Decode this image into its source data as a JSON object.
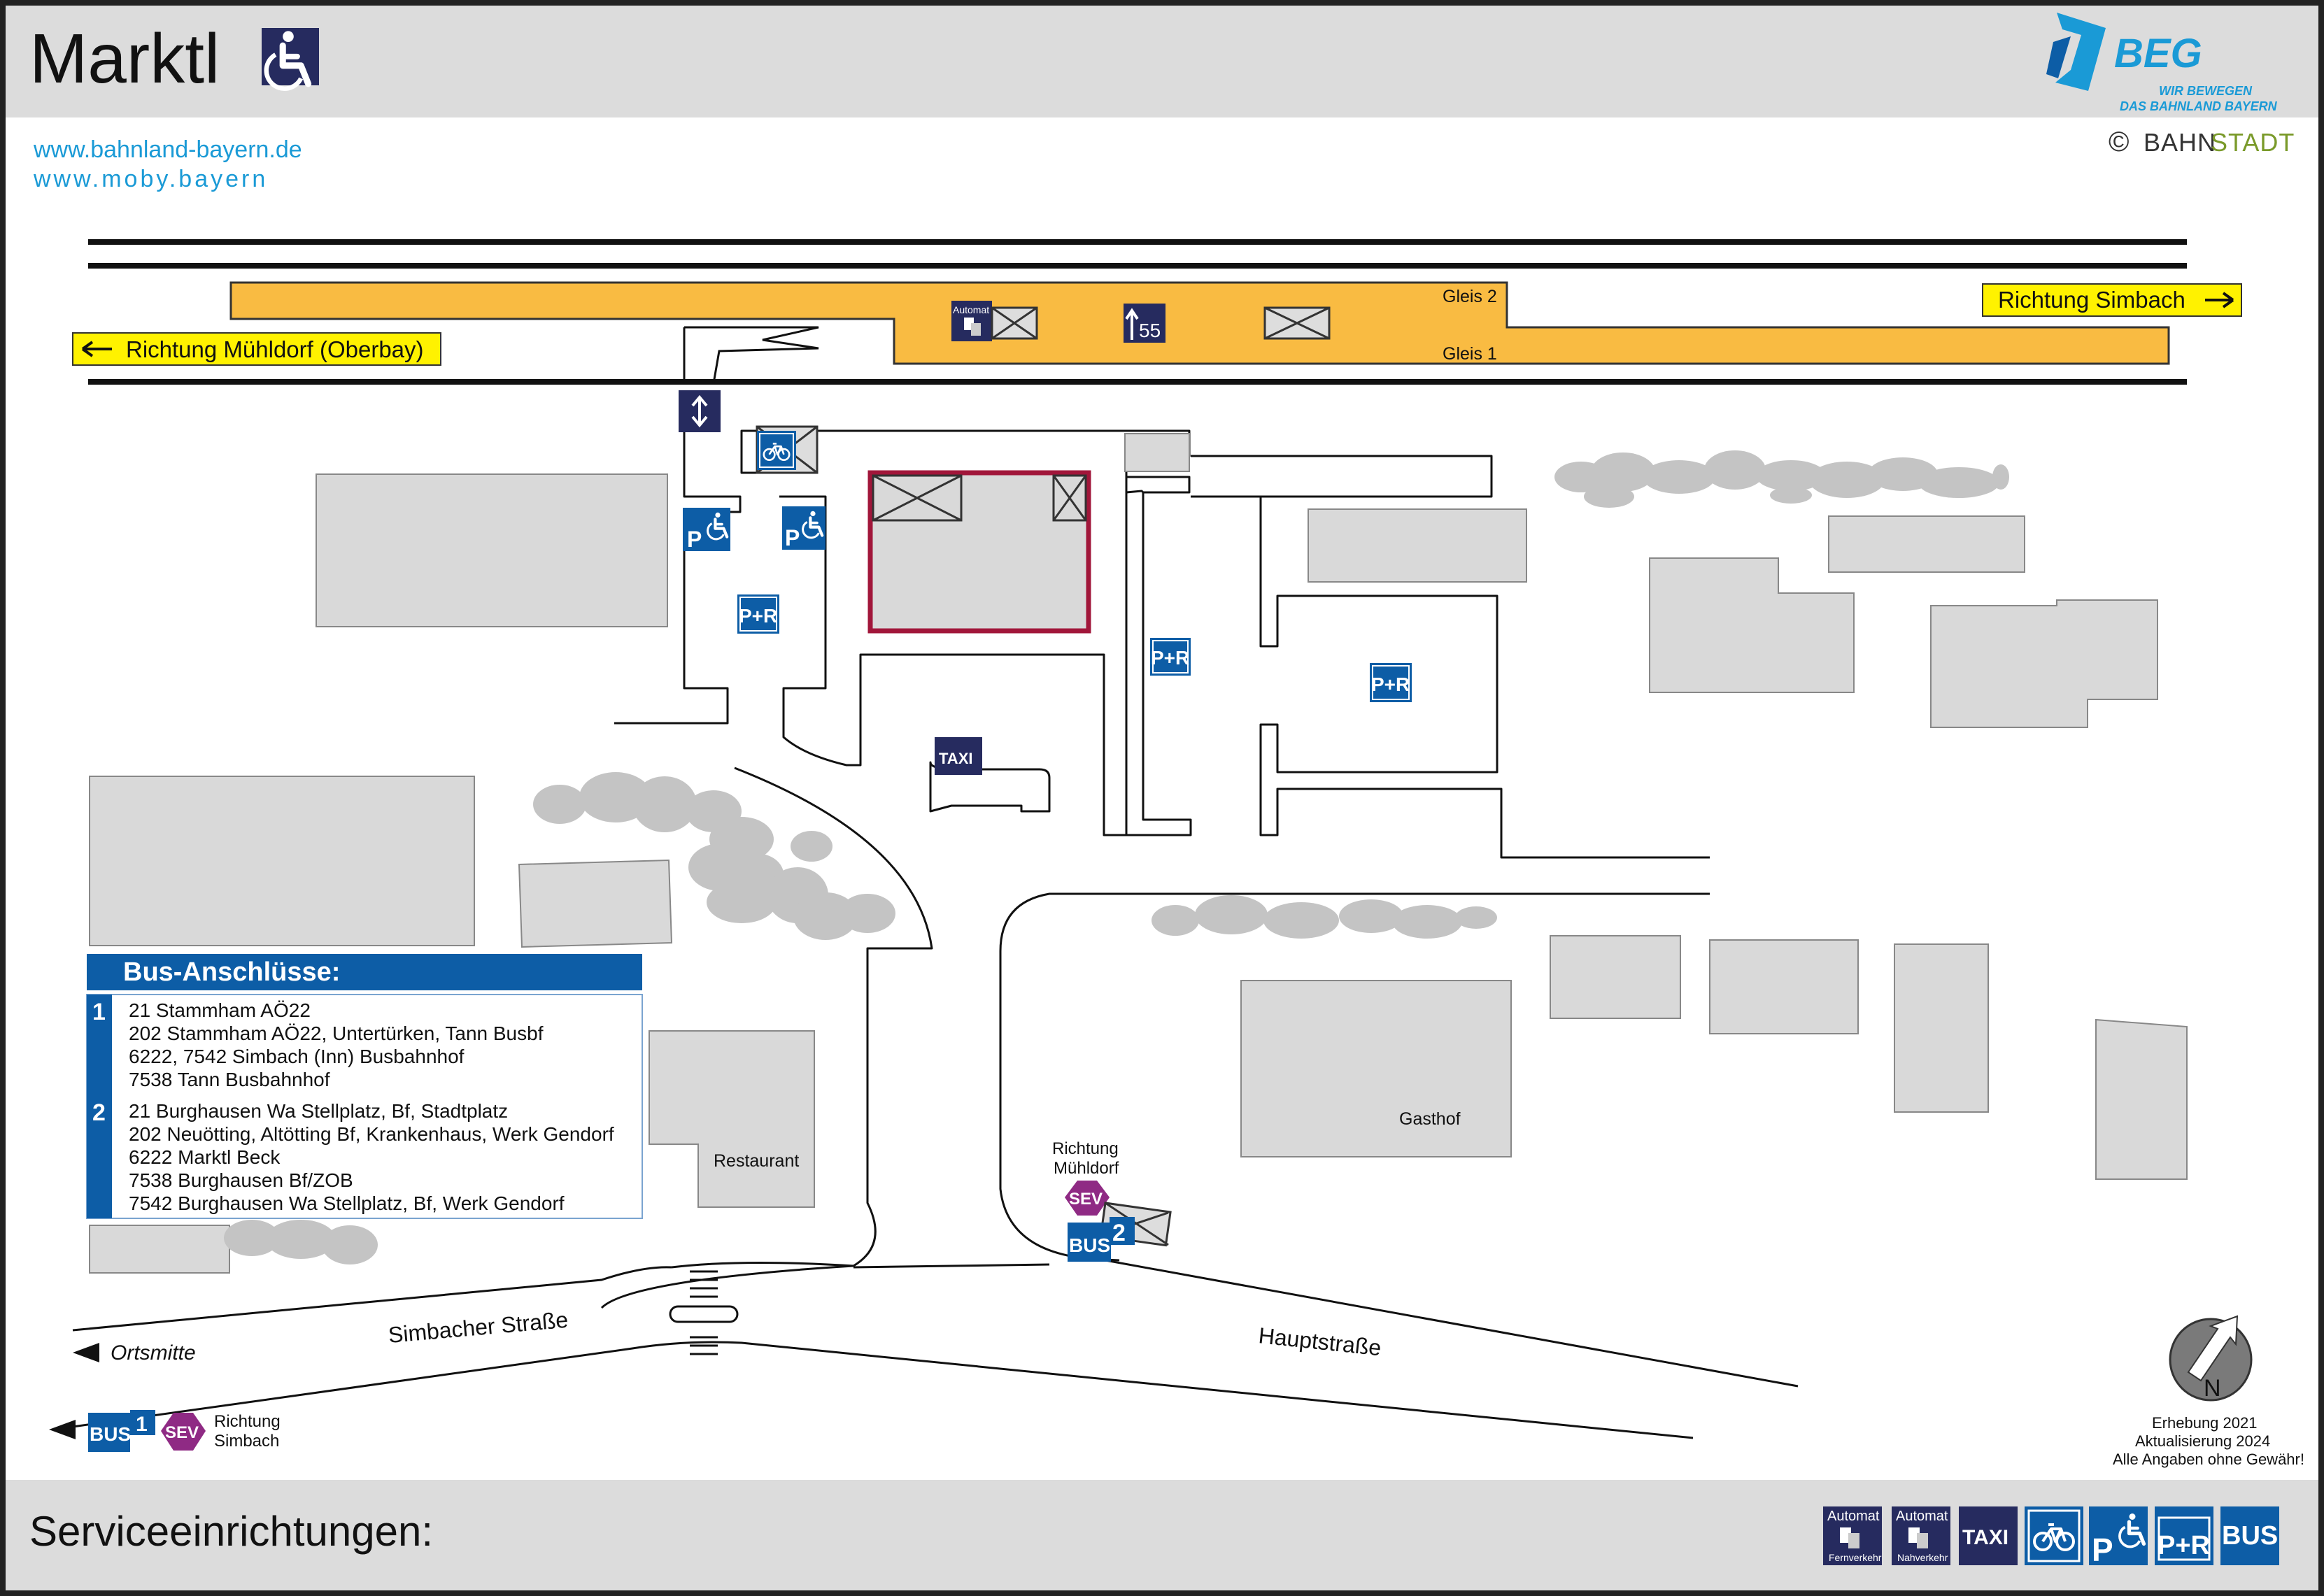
{
  "header": {
    "station_name": "Marktl",
    "links": [
      "www.bahnland-bayern.de",
      "www.moby.bayern"
    ],
    "logo": {
      "text": "BEG",
      "tagline_1": "WIR BEWEGEN",
      "tagline_2": "DAS BAHNLAND BAYERN"
    },
    "copyright": {
      "symbol": "©",
      "part1": "BAHN",
      "part2": "STADT"
    }
  },
  "tracks": {
    "gleis_2": "Gleis 2",
    "gleis_1": "Gleis 1",
    "direction_left": "Richtung Mühldorf (Oberbay)",
    "direction_right": "Richtung Simbach",
    "platform_length": "55",
    "automat_label": "Automat"
  },
  "map_labels": {
    "restaurant": "Restaurant",
    "gasthof": "Gasthof",
    "street_simbacher": "Simbacher Straße",
    "street_haupt": "Hauptstraße",
    "ortsmitte": "Ortsmitte",
    "richtung_muehldorf_1": "Richtung",
    "richtung_muehldorf_2": "Mühldorf",
    "richtung_simbach_1": "Richtung",
    "richtung_simbach_2": "Simbach",
    "bus_stop_1": "1",
    "bus_stop_2": "2"
  },
  "icons_text": {
    "taxi": "TAXI",
    "parkride": "P+R",
    "parking": "P",
    "bus": "BUS",
    "sev": "SEV"
  },
  "bus_connections": {
    "title": "Bus-Anschlüsse:",
    "stops": [
      {
        "number": "1",
        "lines": [
          "21 Stammham AÖ22",
          "202 Stammham AÖ22, Untertürken, Tann Busbf",
          "6222, 7542 Simbach (Inn) Busbahnhof",
          "7538 Tann Busbahnhof"
        ]
      },
      {
        "number": "2",
        "lines": [
          "21 Burghausen Wa Stellplatz, Bf, Stadtplatz",
          "202 Neuötting, Altötting Bf, Krankenhaus, Werk Gendorf",
          "6222 Marktl Beck",
          "7538 Burghausen Bf/ZOB",
          "7542 Burghausen Wa Stellplatz, Bf, Werk Gendorf"
        ]
      }
    ]
  },
  "survey": {
    "line1": "Erhebung 2021",
    "line2": "Aktualisierung 2024",
    "line3": "Alle Angaben ohne Gewähr!",
    "compass_letter": "N"
  },
  "footer": {
    "title": "Serviceeinrichtungen:",
    "legend": [
      {
        "icon": "ticket-machine-long-distance-icon",
        "top": "Automat",
        "bottom": "Fernverkehr"
      },
      {
        "icon": "ticket-machine-regional-icon",
        "top": "Automat",
        "bottom": "Nahverkehr"
      },
      {
        "icon": "taxi-icon",
        "label": "TAXI"
      },
      {
        "icon": "bicycle-parking-icon"
      },
      {
        "icon": "disabled-parking-icon",
        "label": "P"
      },
      {
        "icon": "park-and-ride-icon",
        "label": "P+R"
      },
      {
        "icon": "bus-icon",
        "label": "BUS"
      }
    ]
  },
  "colors": {
    "platform": "#f9bb42",
    "building": "#d9d9d9",
    "station_building_border": "#a1163a",
    "header_bar": "#dcdcdc",
    "dark_blue": "#262b5f",
    "blue": "#0d5da6",
    "link_blue": "#1a9ad6",
    "yellow": "#fff200",
    "sev_purple": "#8f2a84",
    "bahnstadt_green": "#7a9a2a"
  }
}
